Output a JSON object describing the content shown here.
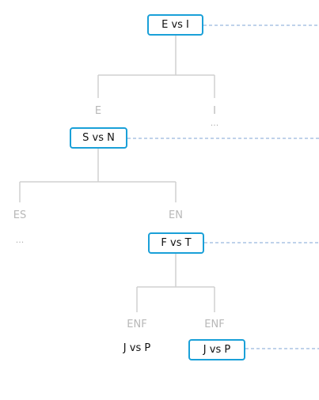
{
  "level1": {
    "question": "E vs I",
    "options": [
      "E",
      "I"
    ],
    "collapsed_marker": "..."
  },
  "level2": {
    "question": "S vs N",
    "options": [
      "ES",
      "EN"
    ],
    "collapsed_marker": "..."
  },
  "level3": {
    "question": "F vs T",
    "options": [
      "ENF",
      "ENF"
    ]
  },
  "level4": {
    "left_question": "J vs P",
    "right_question": "J vs P"
  },
  "colors": {
    "node_border": "#1aa0d8",
    "tree_line": "#d0d0d0",
    "connector_dashed": "#7fa6d6",
    "branch_label": "#b8b8b8"
  }
}
